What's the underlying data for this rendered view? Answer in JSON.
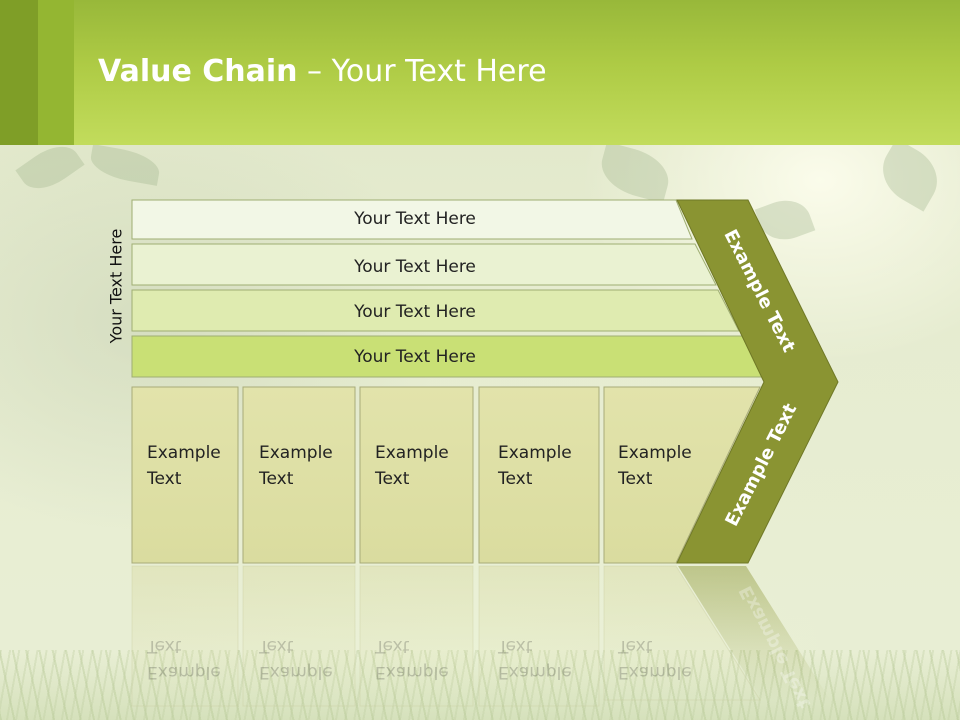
{
  "slide": {
    "title_bold": "Value Chain",
    "title_rest": " – Your Text Here"
  },
  "side_label": "Your Text Here",
  "rows": [
    {
      "label": "Your Text Here"
    },
    {
      "label": "Your Text Here"
    },
    {
      "label": "Your Text Here"
    },
    {
      "label": "Your Text Here"
    }
  ],
  "boxes": [
    {
      "line1": "Example",
      "line2": "Text"
    },
    {
      "line1": "Example",
      "line2": "Text"
    },
    {
      "line1": "Example",
      "line2": "Text"
    },
    {
      "line1": "Example",
      "line2": "Text"
    },
    {
      "line1": "Example",
      "line2": "Text"
    }
  ],
  "arrow": {
    "upper_label": "Example Text",
    "lower_label": "Example Text"
  },
  "colors": {
    "header": "#aecb45",
    "arrow": "#8a9432",
    "box_fill": "#dfe0a6",
    "row_fill_light": "#eef4dc",
    "row_fill_dark": "#c9e075"
  }
}
